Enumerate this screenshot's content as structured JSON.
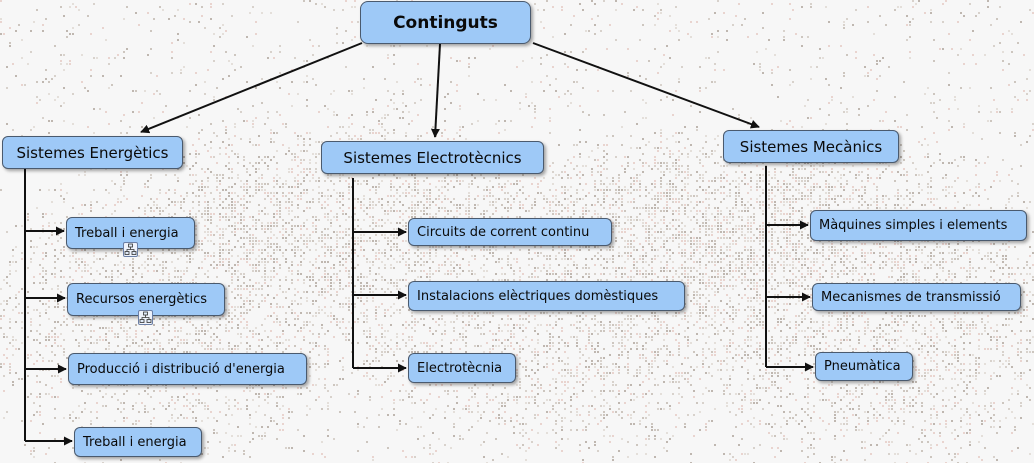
{
  "map": {
    "root": {
      "label": "Continguts"
    },
    "branches": [
      {
        "label": "Sistemes Energètics",
        "children": [
          {
            "label": "Treball i energia",
            "has_resource": true
          },
          {
            "label": "Recursos energètics",
            "has_resource": true
          },
          {
            "label": "Producció i distribució d'energia",
            "has_resource": false
          },
          {
            "label": "Treball i energia",
            "has_resource": false
          }
        ]
      },
      {
        "label": "Sistemes Electrotècnics",
        "children": [
          {
            "label": "Circuits de corrent continu"
          },
          {
            "label": "Instalacions elèctriques domèstiques"
          },
          {
            "label": "Electrotècnia"
          }
        ]
      },
      {
        "label": "Sistemes Mecànics",
        "children": [
          {
            "label": "Màquines simples i elements"
          },
          {
            "label": "Mecanismes de transmissió"
          },
          {
            "label": "Pneumàtica"
          }
        ]
      }
    ]
  },
  "colors": {
    "node_fill": "#9ec9f7",
    "node_border": "#4a5a6e",
    "connector": "#111111"
  },
  "icons": {
    "resource": "concept-map-resource-icon"
  }
}
